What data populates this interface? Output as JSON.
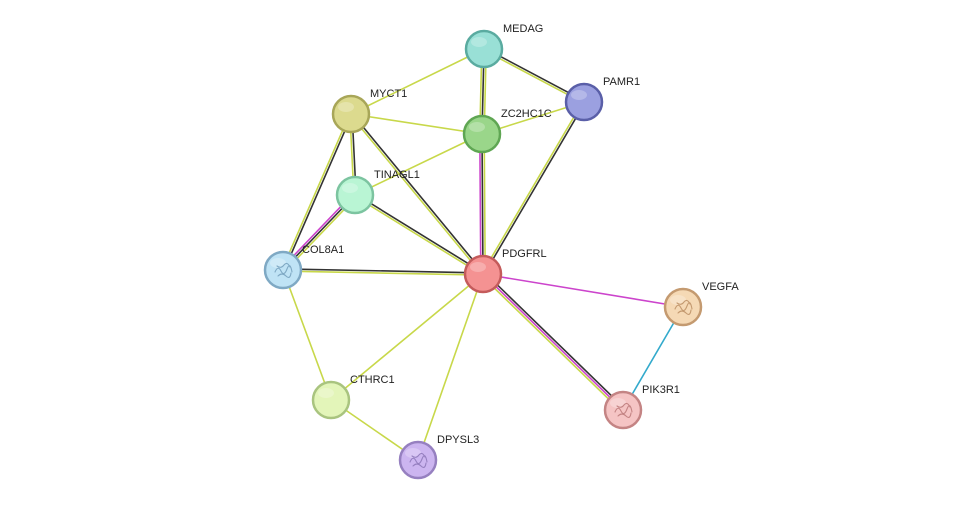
{
  "network": {
    "nodes": [
      {
        "id": "MEDAG",
        "label": "MEDAG",
        "fill": "#99e0d6",
        "stroke": "#5aaba0"
      },
      {
        "id": "PAMR1",
        "label": "PAMR1",
        "fill": "#9ba0e0",
        "stroke": "#5a5fa8"
      },
      {
        "id": "MYCT1",
        "label": "MYCT1",
        "fill": "#dcda8e",
        "stroke": "#a8a658"
      },
      {
        "id": "ZC2HC1C",
        "label": "ZC2HC1C",
        "fill": "#9ad68a",
        "stroke": "#5fa653"
      },
      {
        "id": "TINAGL1",
        "label": "TINAGL1",
        "fill": "#b9f5d4",
        "stroke": "#7cc4a0"
      },
      {
        "id": "COL8A1",
        "label": "COL8A1",
        "fill": "#bfe3f5",
        "stroke": "#7fa9c4",
        "icon": "protein-structure-icon"
      },
      {
        "id": "PDGFRL",
        "label": "PDGFRL",
        "fill": "#f49292",
        "stroke": "#c45b5b"
      },
      {
        "id": "VEGFA",
        "label": "VEGFA",
        "fill": "#f5d9b5",
        "stroke": "#c49a70",
        "icon": "protein-structure-icon"
      },
      {
        "id": "CTHRC1",
        "label": "CTHRC1",
        "fill": "#e3f5b9",
        "stroke": "#a9c47f"
      },
      {
        "id": "PIK3R1",
        "label": "PIK3R1",
        "fill": "#f5c4c4",
        "stroke": "#c48484",
        "icon": "protein-structure-icon"
      },
      {
        "id": "DPYSL3",
        "label": "DPYSL3",
        "fill": "#ccb5f0",
        "stroke": "#9680c0",
        "icon": "protein-structure-icon"
      }
    ],
    "edges": [
      {
        "source": "MEDAG",
        "target": "ZC2HC1C",
        "colors": [
          "#c8d84a",
          "#333333",
          "#c8d84a"
        ]
      },
      {
        "source": "MEDAG",
        "target": "PAMR1",
        "colors": [
          "#333333",
          "#c8d84a"
        ]
      },
      {
        "source": "MEDAG",
        "target": "MYCT1",
        "colors": [
          "#c8d84a"
        ]
      },
      {
        "source": "ZC2HC1C",
        "target": "PAMR1",
        "colors": [
          "#c8d84a"
        ]
      },
      {
        "source": "MYCT1",
        "target": "ZC2HC1C",
        "colors": [
          "#c8d84a"
        ]
      },
      {
        "source": "TINAGL1",
        "target": "ZC2HC1C",
        "colors": [
          "#c8d84a"
        ]
      },
      {
        "source": "MYCT1",
        "target": "TINAGL1",
        "colors": [
          "#333333",
          "#c8d84a"
        ]
      },
      {
        "source": "MYCT1",
        "target": "COL8A1",
        "colors": [
          "#333333",
          "#c8d84a"
        ]
      },
      {
        "source": "MYCT1",
        "target": "PDGFRL",
        "colors": [
          "#333333",
          "#c8d84a"
        ]
      },
      {
        "source": "TINAGL1",
        "target": "COL8A1",
        "colors": [
          "#c8d84a",
          "#333333",
          "#cc44cc"
        ]
      },
      {
        "source": "TINAGL1",
        "target": "PDGFRL",
        "colors": [
          "#333333",
          "#c8d84a"
        ]
      },
      {
        "source": "ZC2HC1C",
        "target": "PDGFRL",
        "colors": [
          "#c8d84a",
          "#333333",
          "#cc44cc"
        ]
      },
      {
        "source": "PAMR1",
        "target": "PDGFRL",
        "colors": [
          "#333333",
          "#c8d84a"
        ]
      },
      {
        "source": "COL8A1",
        "target": "PDGFRL",
        "colors": [
          "#333333",
          "#c8d84a"
        ]
      },
      {
        "source": "COL8A1",
        "target": "CTHRC1",
        "colors": [
          "#c8d84a"
        ]
      },
      {
        "source": "CTHRC1",
        "target": "DPYSL3",
        "colors": [
          "#c8d84a"
        ]
      },
      {
        "source": "CTHRC1",
        "target": "PDGFRL",
        "colors": [
          "#c8d84a"
        ]
      },
      {
        "source": "DPYSL3",
        "target": "PDGFRL",
        "colors": [
          "#c8d84a"
        ]
      },
      {
        "source": "PDGFRL",
        "target": "VEGFA",
        "colors": [
          "#cc44cc"
        ]
      },
      {
        "source": "PDGFRL",
        "target": "PIK3R1",
        "colors": [
          "#333333",
          "#cc44cc",
          "#c8d84a"
        ]
      },
      {
        "source": "VEGFA",
        "target": "PIK3R1",
        "colors": [
          "#33aacc"
        ]
      }
    ]
  }
}
